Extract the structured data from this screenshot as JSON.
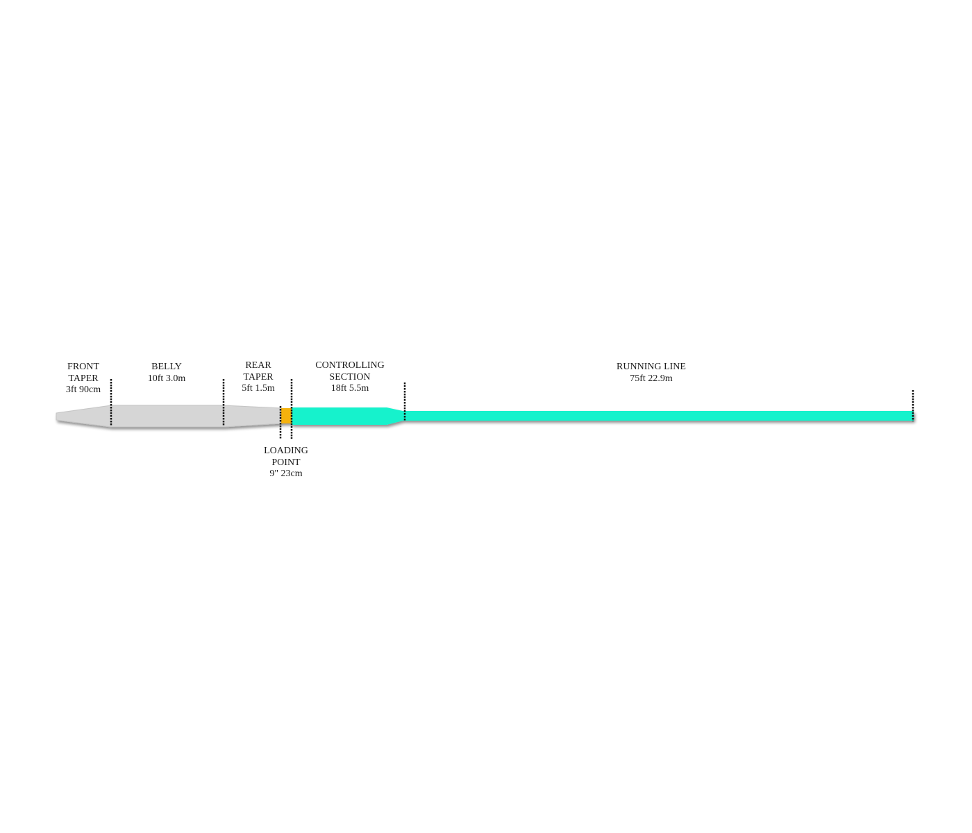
{
  "colors": {
    "head_fill": "#d6d6d6",
    "head_edge": "#c4c4c4",
    "loading_point": "#f5b20a",
    "controlling_running": "#14f2cc",
    "marker": "#111111",
    "shadow": "#9a9a9a"
  },
  "sections": {
    "front_taper": {
      "name_line1": "FRONT",
      "name_line2": "TAPER",
      "length": "3ft  90cm"
    },
    "belly": {
      "name": "BELLY",
      "length": "10ft  3.0m"
    },
    "rear_taper": {
      "name_line1": "REAR",
      "name_line2": "TAPER",
      "length": "5ft  1.5m"
    },
    "controlling_section": {
      "name_line1": "CONTROLLING",
      "name_line2": "SECTION",
      "length": "18ft  5.5m"
    },
    "running_line": {
      "name": "RUNNING LINE",
      "length": "75ft  22.9m"
    },
    "loading_point": {
      "name_line1": "LOADING",
      "name_line2": "POINT",
      "length": "9\"  23cm"
    }
  }
}
